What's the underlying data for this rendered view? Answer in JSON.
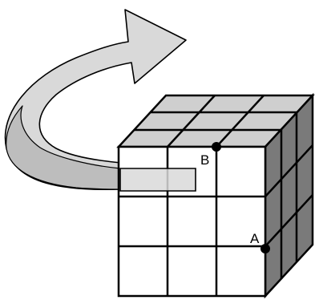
{
  "labels": {
    "point_a": "A",
    "point_b": "B"
  },
  "icons": {
    "rotation": "curved-rotation-arrow-icon"
  },
  "colors": {
    "cube_front": "#ffffff",
    "cube_top": "#cfcfcf",
    "cube_side": "#7a7a7a",
    "arrow_fill": "#d9d9d9",
    "arrow_inner": "#bdbdbd",
    "line": "#000000"
  },
  "cube": {
    "grid": [
      3,
      3
    ]
  }
}
